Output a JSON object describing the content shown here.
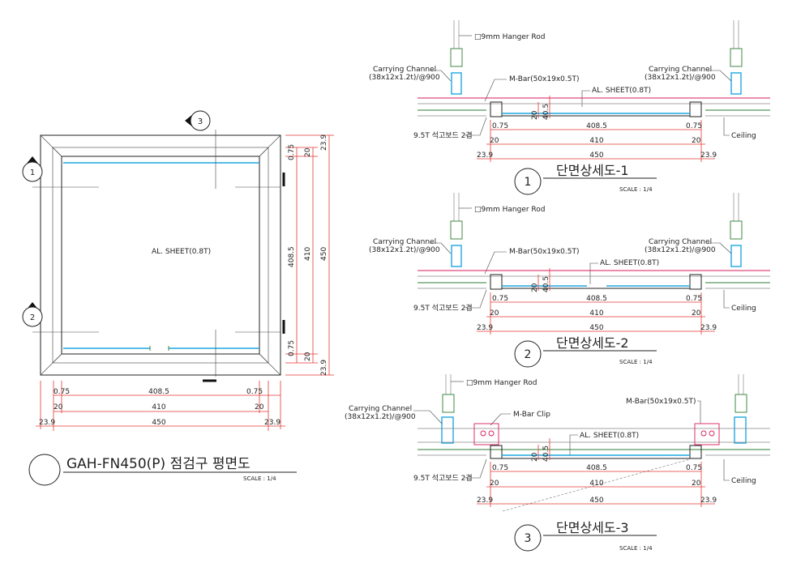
{
  "plan": {
    "title": "GAH-FN450(P) 점검구 평면도",
    "scale": "SCALE : 1/4",
    "sheet_label": "AL. SHEET(0.8T)",
    "markers": [
      "1",
      "2",
      "3"
    ],
    "dims_bottom": [
      "0.75",
      "408.5",
      "0.75",
      "20",
      "410",
      "20",
      "23.9",
      "450",
      "23.9"
    ],
    "dims_right": [
      "0.75",
      "20",
      "23.9",
      "408.5",
      "410",
      "450",
      "0.75",
      "20",
      "23.9"
    ]
  },
  "sections": [
    {
      "number": "1",
      "title": "단면상세도-1",
      "scale": "SCALE : 1/4",
      "hanger_rod": "9mm Hanger Rod",
      "channel_left": [
        "Carrying Channel",
        "(38x12x1.2t)/@900"
      ],
      "channel_right": [
        "Carrying Channel",
        "(38x12x1.2t)/@900"
      ],
      "mbar": "M-Bar(50x19x0.5T)",
      "sheet": "AL. SHEET(0.8T)",
      "board": "9.5T 석고보드 2겹",
      "ceiling": "Ceiling",
      "vdims": [
        "20",
        "40.5"
      ],
      "dims": [
        "0.75",
        "408.5",
        "0.75",
        "20",
        "410",
        "20",
        "23.9",
        "450",
        "23.9"
      ]
    },
    {
      "number": "2",
      "title": "단면상세도-2",
      "scale": "SCALE : 1/4",
      "hanger_rod": "9mm Hanger Rod",
      "channel_left": [
        "Carrying Channel",
        "(38x12x1.2t)/@900"
      ],
      "channel_right": [
        "Carrying Channel",
        "(38x12x1.2t)/@900"
      ],
      "mbar": "M-Bar(50x19x0.5T)",
      "sheet": "AL. SHEET(0.8T)",
      "board": "9.5T 석고보드 2겹",
      "ceiling": "Ceiling",
      "vdims": [
        "20",
        "40.5"
      ],
      "dims": [
        "0.75",
        "408.5",
        "0.75",
        "20",
        "410",
        "20",
        "23.9",
        "450",
        "23.9"
      ]
    },
    {
      "number": "3",
      "title": "단면상세도-3",
      "scale": "SCALE : 1/4",
      "hanger_rod": "9mm Hanger Rod",
      "channel_left": [
        "Carrying Channel",
        "(38x12x1.2t)/@900"
      ],
      "mbar_clip": "M-Bar Clip",
      "mbar": "M-Bar(50x19x0.5T)",
      "sheet": "AL. SHEET(0.8T)",
      "board": "9.5T 석고보드 2겹",
      "ceiling": "Ceiling",
      "vdims": [
        "20",
        "40.5"
      ],
      "dims": [
        "0.75",
        "408.5",
        "0.75",
        "20",
        "410",
        "20",
        "23.9",
        "450",
        "23.9"
      ]
    }
  ]
}
